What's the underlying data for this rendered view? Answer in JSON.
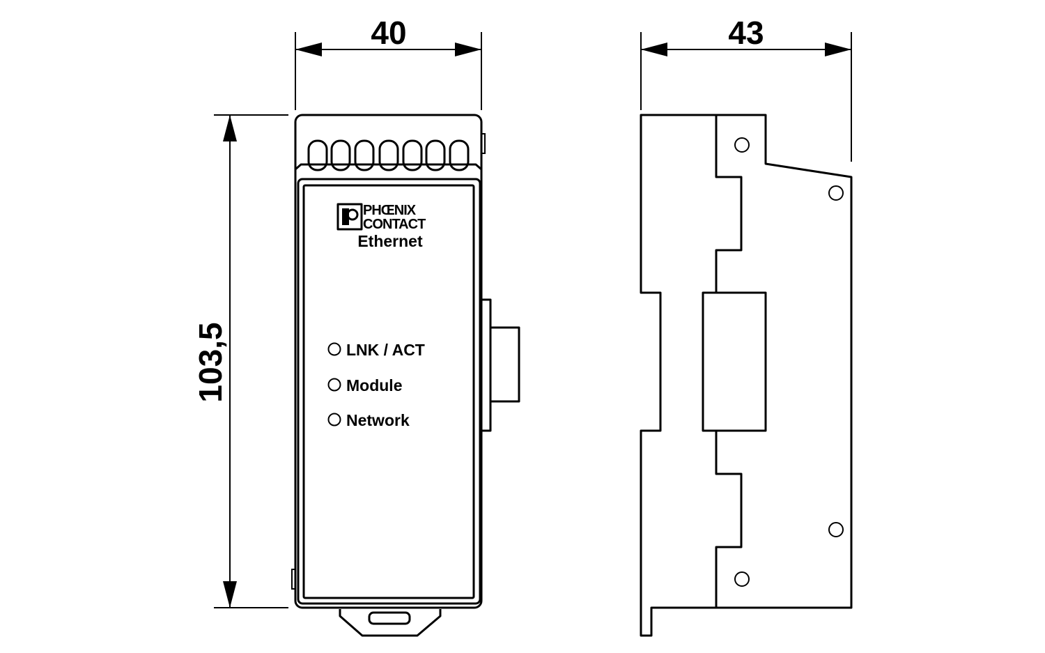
{
  "dimensions": {
    "width_front": "40",
    "width_side": "43",
    "height": "103,5"
  },
  "front_panel": {
    "brand_line1": "PHŒNIX",
    "brand_line2": "CONTACT",
    "product": "Ethernet",
    "leds": [
      {
        "label": "LNK / ACT"
      },
      {
        "label": "Module"
      },
      {
        "label": "Network"
      }
    ]
  },
  "colors": {
    "line": "#000000",
    "background": "#ffffff"
  }
}
